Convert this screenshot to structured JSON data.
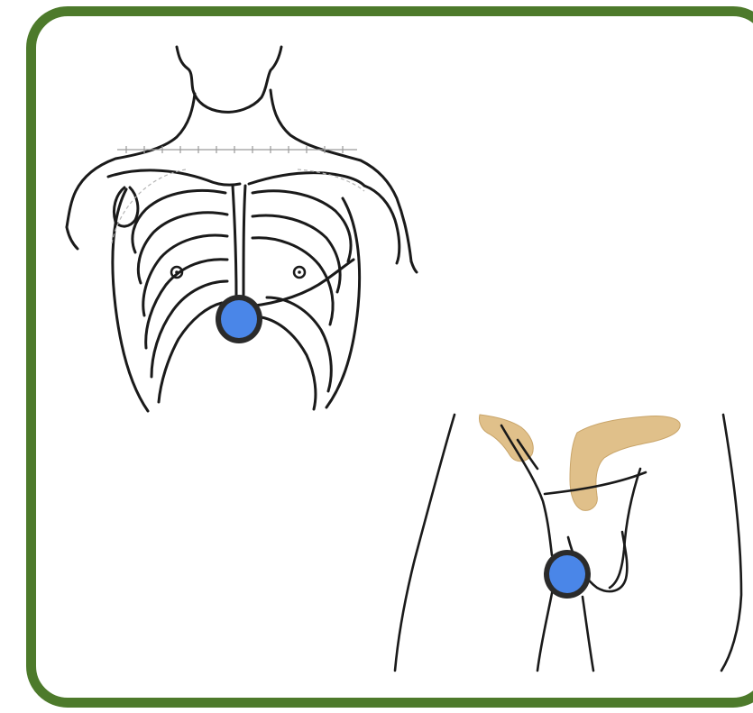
{
  "colors": {
    "frame_border": "#4d7a2b",
    "marker_fill": "#4a86e8",
    "marker_ring": "#2b2b2b",
    "intestine_fill": "#e0c08a"
  },
  "illustrations": [
    {
      "name": "upper-torso-ribcage",
      "marker": "sternum-marker"
    },
    {
      "name": "lower-abdomen-groin",
      "marker": "groin-marker"
    }
  ]
}
